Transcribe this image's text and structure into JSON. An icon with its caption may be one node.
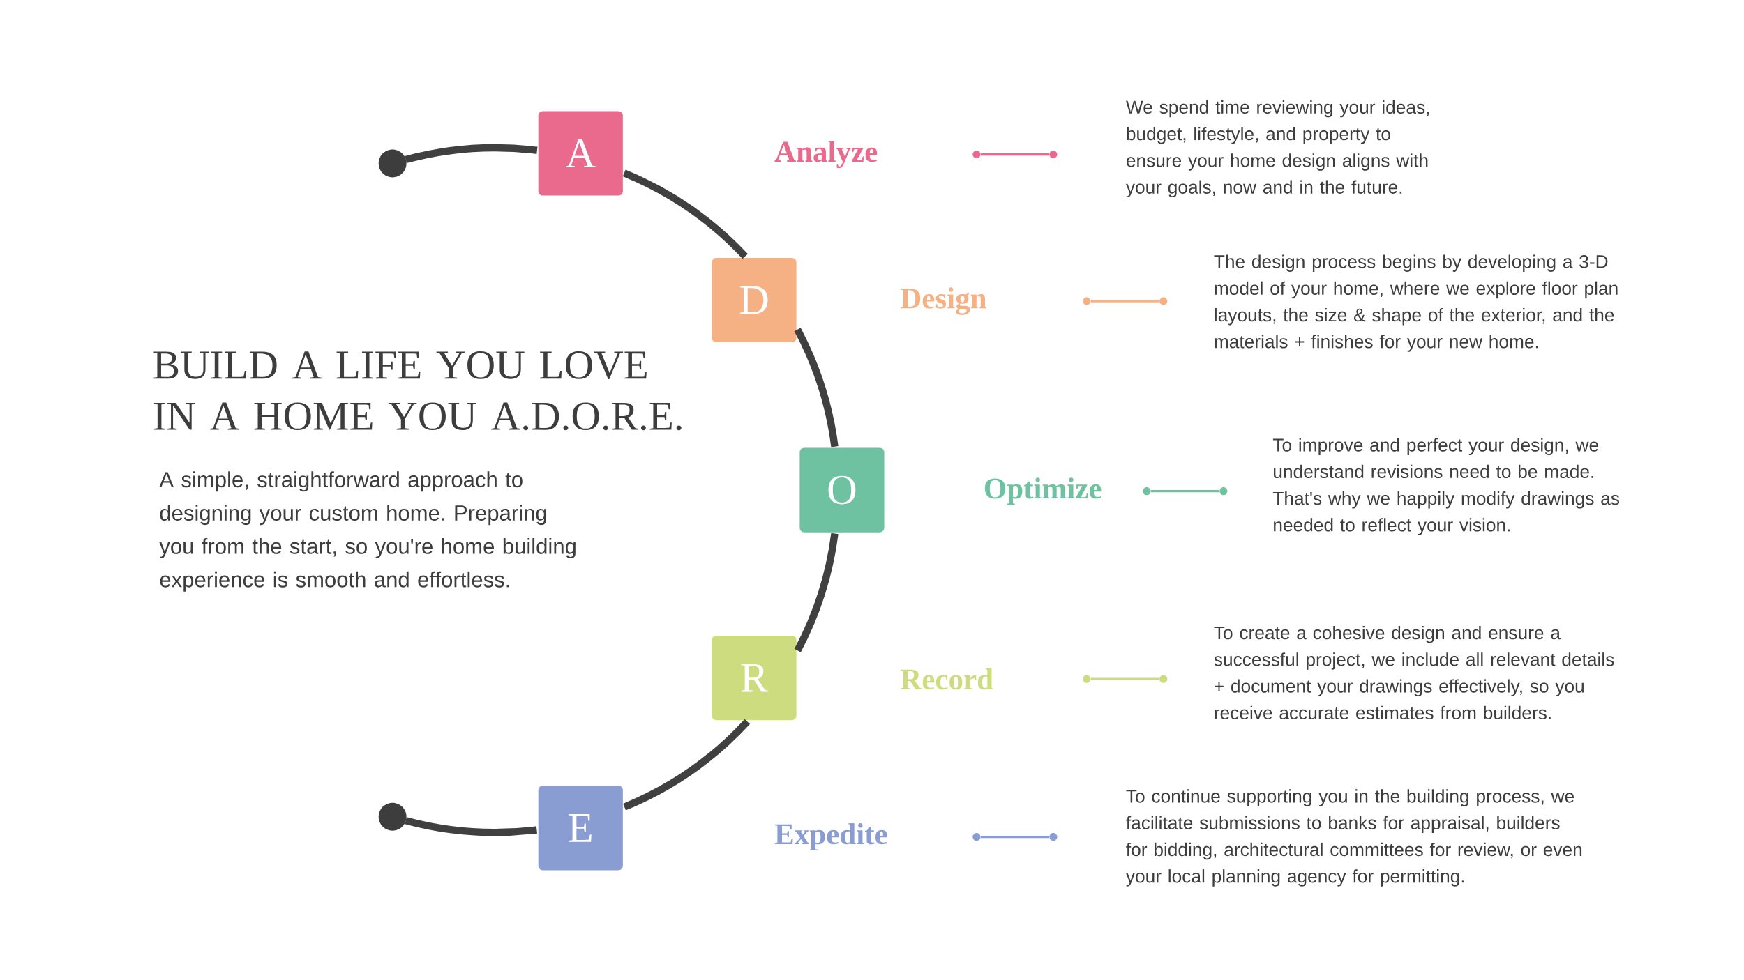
{
  "diagram": {
    "title": "BUILD A LIFE YOU LOVE IN A HOME YOU A.D.O.R.E.",
    "nodes": [
      {
        "text": [
          "A"
        ]
      },
      {
        "text": [
          "D"
        ]
      },
      {
        "text": [
          "O"
        ]
      },
      {
        "text": [
          "R"
        ]
      },
      {
        "text": [
          "E"
        ]
      },
      {
        "text": [
          "Analyze"
        ]
      },
      {
        "text": [
          "Design"
        ]
      },
      {
        "text": [
          "Optimize"
        ]
      },
      {
        "text": [
          "Record"
        ]
      },
      {
        "text": [
          "Expedite"
        ]
      },
      {
        "text": [
          "We spend time reviewing your ideas, budget, lifestyle, and property to ensure your home design aligns with your goals, now and in the future."
        ]
      },
      {
        "text": [
          "The design process begins by developing a 3-D model of your home, where we explore floor plan layouts, the size & shape of the exterior, and the materials + finishes for your new home."
        ]
      },
      {
        "text": [
          "To improve and perfect your design, we understand revisions need to be made. That's why we happily modify drawings as needed to reflect your vision."
        ]
      },
      {
        "text": [
          "To create a cohesive design and ensure a successful project, we include all relevant details + document your drawings effectively, so you receive accurate estimates from builders."
        ]
      },
      {
        "text": [
          "To continue supporting you in the building process, we facilitate submissions to banks for appraisal, builders for bidding, architectural committees for review, or even your local planning agency for permitting."
        ]
      },
      {
        "text": [],
        "shape": "circle"
      },
      {
        "text": [],
        "shape": "circle"
      },
      {
        "text": [],
        "shape": "circle"
      },
      {
        "text": [],
        "shape": "circle"
      },
      {
        "text": [],
        "shape": "circle"
      },
      {
        "text": [],
        "shape": "circle"
      },
      {
        "text": [],
        "shape": "circle"
      },
      {
        "text": [],
        "shape": "circle"
      },
      {
        "text": [],
        "shape": "circle"
      },
      {
        "text": [],
        "shape": "circle"
      },
      {
        "text": [],
        "shape": "circle"
      },
      {
        "text": [],
        "shape": "circle"
      }
    ],
    "edges": [
      {
        "from": 15,
        "to": 0,
        "arrow": "none",
        "color": "#404040"
      },
      {
        "from": 0,
        "to": 1,
        "arrow": "none",
        "color": "#404040"
      },
      {
        "from": 1,
        "to": 2,
        "arrow": "none",
        "color": "#404040"
      },
      {
        "from": 2,
        "to": 3,
        "arrow": "none",
        "color": "#404040"
      },
      {
        "from": 3,
        "to": 4,
        "arrow": "none",
        "color": "#404040"
      },
      {
        "from": 4,
        "to": 16,
        "arrow": "none",
        "color": "#404040"
      },
      {
        "from": 17,
        "to": 18,
        "arrow": "none",
        "color": "#e96a8d"
      },
      {
        "from": 19,
        "to": 20,
        "arrow": "none",
        "color": "#f2b48a"
      },
      {
        "from": 21,
        "to": 22,
        "arrow": "none",
        "color": "#6fc2a1"
      },
      {
        "from": 23,
        "to": 24,
        "arrow": "none",
        "color": "#cddc7e"
      },
      {
        "from": 25,
        "to": 26,
        "arrow": "none",
        "color": "#8a9dd3"
      }
    ],
    "labels": [
      "A simple, straightforward approach to designing your custom home. Preparing you from the start, so you're home building experience is smooth and effortless."
    ]
  }
}
